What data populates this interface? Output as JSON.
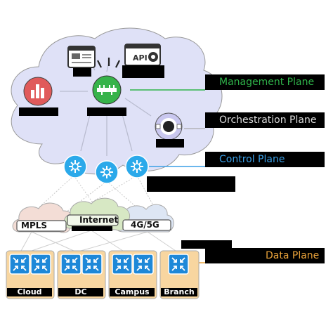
{
  "planes": {
    "management": {
      "label": "Management Plane",
      "color": "#2fb44a"
    },
    "orchestration": {
      "label": "Orchestration Plane",
      "color": "#dcdcdc"
    },
    "control": {
      "label": "Control Plane",
      "color": "#3a9fe6"
    },
    "data": {
      "label": "Data Plane",
      "color": "#e9a23a"
    }
  },
  "api": {
    "label": "API"
  },
  "networks": {
    "mpls": "MPLS",
    "internet": "Internet",
    "lte": "4G/5G"
  },
  "sites": [
    {
      "label": "Cloud"
    },
    {
      "label": "DC"
    },
    {
      "label": "Campus"
    },
    {
      "label": "Branch"
    }
  ],
  "colors": {
    "cloud": "#dfe1f7",
    "site": "#f8d6a0",
    "router": "#1e88d8",
    "controller": "#2ba9ea",
    "manager": "#36b34a",
    "analytics": "#e05a5a"
  }
}
